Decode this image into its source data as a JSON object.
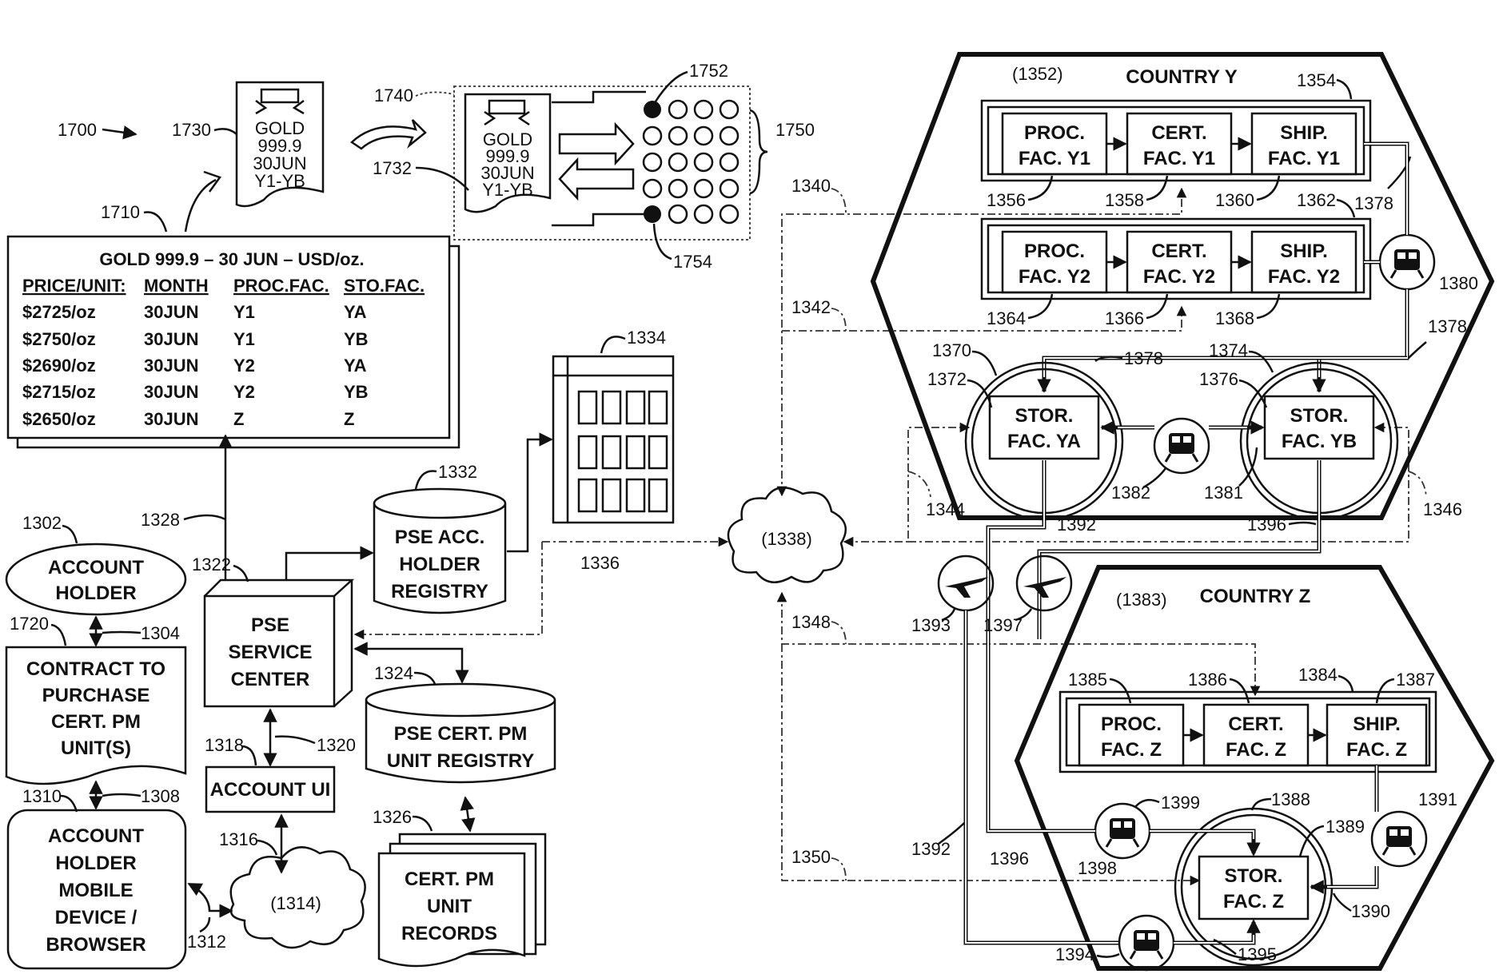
{
  "refs": {
    "r1700": "1700",
    "r1730": "1730",
    "r1710": "1710",
    "r1740": "1740",
    "r1732": "1732",
    "r1752": "1752",
    "r1754": "1754",
    "r1750": "1750",
    "r1334": "1334",
    "r1332": "1332",
    "r1302": "1302",
    "r1328": "1328",
    "r1322": "1322",
    "r1336": "1336",
    "r1720": "1720",
    "r1304": "1304",
    "r1324": "1324",
    "r1318": "1318",
    "r1320": "1320",
    "r1310": "1310",
    "r1308": "1308",
    "r1316": "1316",
    "r1326": "1326",
    "r1312": "1312",
    "r1340": "1340",
    "r1342": "1342",
    "r1344": "1344",
    "r1346": "1346",
    "r1348": "1348",
    "r1350": "1350",
    "r1352": "(1352)",
    "r1354": "1354",
    "r1356": "1356",
    "r1358": "1358",
    "r1360": "1360",
    "r1362": "1362",
    "r1378a": "1378",
    "r1380": "1380",
    "r1364": "1364",
    "r1366": "1366",
    "r1368": "1368",
    "r1378b": "1378",
    "r1370": "1370",
    "r1374": "1374",
    "r1378c": "1378",
    "r1372": "1372",
    "r1376": "1376",
    "r1382": "1382",
    "r1381": "1381",
    "r1392a": "1392",
    "r1396a": "1396",
    "r1393": "1393",
    "r1397": "1397",
    "r1383": "(1383)",
    "r1385": "1385",
    "r1386": "1386",
    "r1384": "1384",
    "r1387": "1387",
    "r1399": "1399",
    "r1388": "1388",
    "r1391": "1391",
    "r1389": "1389",
    "r1392b": "1392",
    "r1396b": "1396",
    "r1398": "1398",
    "r1390": "1390",
    "r1394": "1394",
    "r1395": "1395"
  },
  "certificate": {
    "line1": "GOLD",
    "line2": "999.9",
    "line3": "30JUN",
    "line4": "Y1-YB"
  },
  "certificate_small": {
    "line1": "GOLD",
    "line2": "999.9",
    "line3": "30JUN",
    "line4": "Y1-YB"
  },
  "price_table": {
    "title": "GOLD 999.9 – 30 JUN – USD/oz.",
    "headers": [
      "PRICE/UNIT:",
      "MONTH",
      "PROC.FAC.",
      "STO.FAC."
    ],
    "rows": [
      [
        "$2725/oz",
        "30JUN",
        "Y1",
        "YA"
      ],
      [
        "$2750/oz",
        "30JUN",
        "Y1",
        "YB"
      ],
      [
        "$2690/oz",
        "30JUN",
        "Y2",
        "YA"
      ],
      [
        "$2715/oz",
        "30JUN",
        "Y2",
        "YB"
      ],
      [
        "$2650/oz",
        "30JUN",
        "Z",
        "Z"
      ]
    ]
  },
  "nodes": {
    "account_holder": [
      "ACCOUNT",
      "HOLDER"
    ],
    "contract": [
      "CONTRACT TO",
      "PURCHASE",
      "CERT. PM",
      "UNIT(S)"
    ],
    "mobile": [
      "ACCOUNT",
      "HOLDER",
      "MOBILE",
      "DEVICE /",
      "BROWSER"
    ],
    "cloud_1314": "(1314)",
    "account_ui": "ACCOUNT UI",
    "pse_service": [
      "PSE",
      "SERVICE",
      "CENTER"
    ],
    "pse_acc_registry": [
      "PSE ACC.",
      "HOLDER",
      "REGISTRY"
    ],
    "pse_cert_registry": [
      "PSE CERT. PM",
      "UNIT REGISTRY"
    ],
    "cert_records": [
      "CERT. PM",
      "UNIT",
      "RECORDS"
    ],
    "cloud_1338": "(1338)"
  },
  "country_y": {
    "title": "COUNTRY Y",
    "proc_y1": [
      "PROC.",
      "FAC. Y1"
    ],
    "cert_y1": [
      "CERT.",
      "FAC. Y1"
    ],
    "ship_y1": [
      "SHIP.",
      "FAC. Y1"
    ],
    "proc_y2": [
      "PROC.",
      "FAC. Y2"
    ],
    "cert_y2": [
      "CERT.",
      "FAC. Y2"
    ],
    "ship_y2": [
      "SHIP.",
      "FAC. Y2"
    ],
    "stor_ya": [
      "STOR.",
      "FAC. YA"
    ],
    "stor_yb": [
      "STOR.",
      "FAC. YB"
    ]
  },
  "country_z": {
    "title": "COUNTRY Z",
    "proc_z": [
      "PROC.",
      "FAC. Z"
    ],
    "cert_z": [
      "CERT.",
      "FAC. Z"
    ],
    "ship_z": [
      "SHIP.",
      "FAC. Z"
    ],
    "stor_z": [
      "STOR.",
      "FAC. Z"
    ]
  }
}
